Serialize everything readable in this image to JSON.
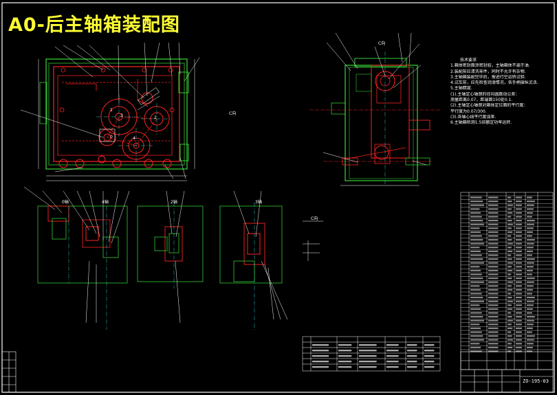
{
  "title": "A0-后主轴箱装配图",
  "views": {
    "section_c_label": "C向",
    "section_c_small": "C向",
    "front_view_label": "C向",
    "shaft_labels": [
      "0轴",
      "4轴",
      "2轴",
      "3轴"
    ],
    "gear_numbers": [
      "1",
      "2",
      "3",
      "4",
      "0"
    ]
  },
  "requirements": [
    "技术要求",
    "1.箱体密封面涂密封胶，主轴箱体不漏于油.",
    "2.装配前应清洗零件，同时不允许有杂物.",
    "3.主轴箱装配完毕后，需进行空运转试验.",
    "4.试车前，应先检查润滑情况，各手柄操纵灵活.",
    "5.主轴精度.",
    "(1).主轴定心轴颈的径向圆跳动公差：",
    "     测量距离0.07，距端面150处0.1.",
    "(2).主轴定心轴颈对箱体定位面的平行度：",
    "     平行度为0.07/300.",
    "(3).各轴心线平行度误差.",
    "6.主轴箱检测1.5倍额定功率运转."
  ],
  "footer": {
    "drawing_no": "ZO-195-03"
  },
  "colors": {
    "background": "#000000",
    "outline_green": "#33cc33",
    "red": "#ff2222",
    "title_yellow": "#ffff33",
    "white": "#ffffff",
    "cyan": "#33cccc",
    "magenta": "#cc33cc"
  }
}
